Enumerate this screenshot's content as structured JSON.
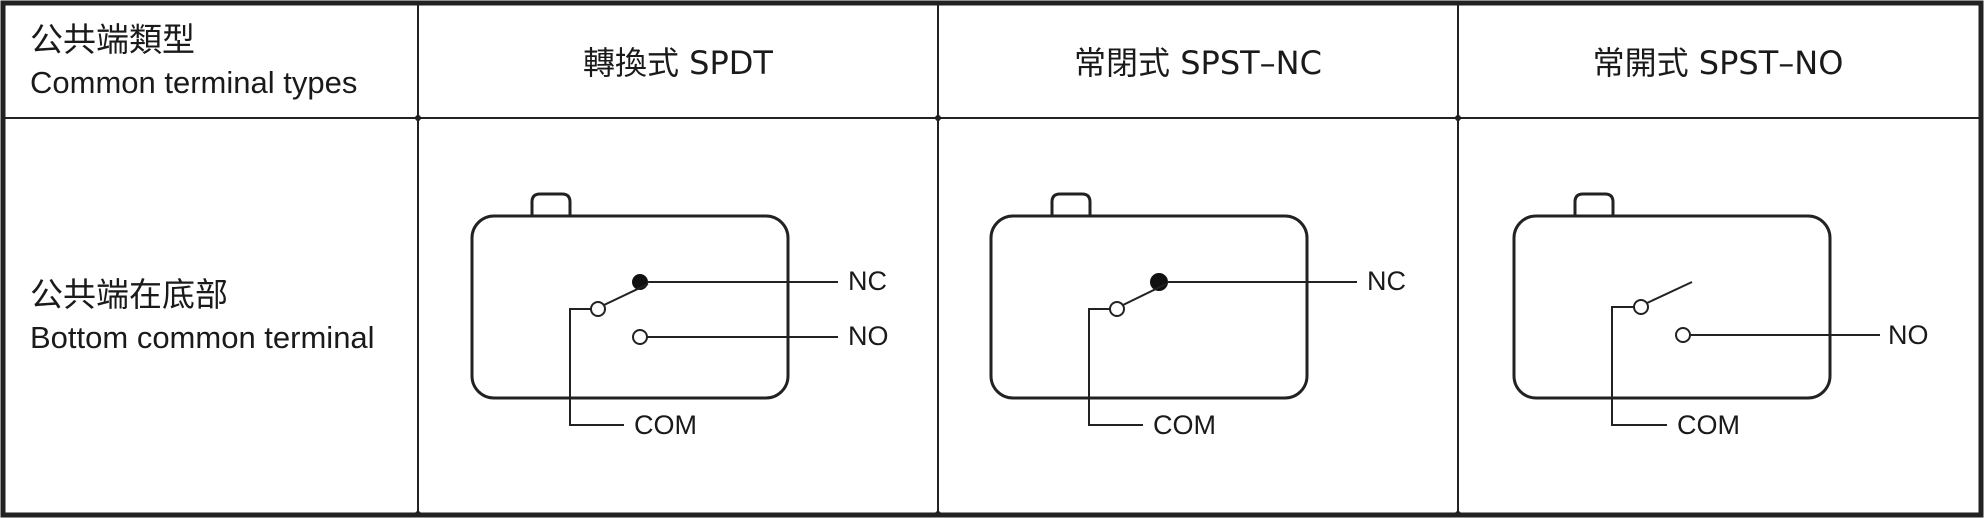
{
  "row_header": {
    "title_zh": "公共端類型",
    "title_en": "Common terminal types"
  },
  "columns": [
    {
      "label": "轉換式 SPDT"
    },
    {
      "label": "常閉式 SPST–NC"
    },
    {
      "label": "常開式 SPST–NO"
    }
  ],
  "row": {
    "label_zh": "公共端在底部",
    "label_en": "Bottom common terminal"
  },
  "diagrams": [
    {
      "nc_label": "NC",
      "no_label": "NO",
      "com_label": "COM"
    },
    {
      "nc_label": "NC",
      "com_label": "COM"
    },
    {
      "no_label": "NO",
      "com_label": "COM"
    }
  ]
}
